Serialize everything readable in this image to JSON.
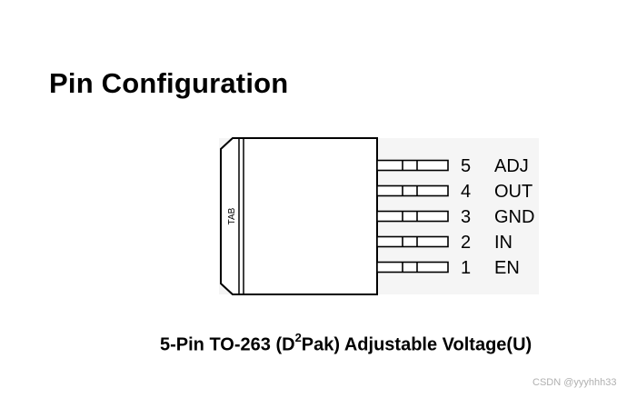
{
  "title": "Pin Configuration",
  "package": {
    "tab_label": "TAB",
    "pins": [
      {
        "number": "5",
        "name": "ADJ"
      },
      {
        "number": "4",
        "name": "OUT"
      },
      {
        "number": "3",
        "name": "GND"
      },
      {
        "number": "2",
        "name": "IN"
      },
      {
        "number": "1",
        "name": "EN"
      }
    ]
  },
  "caption": {
    "prefix": "5-Pin TO-263 (D",
    "superscript": "2",
    "suffix": "Pak) Adjustable Voltage(U)"
  },
  "watermark": "CSDN @yyyhhh33"
}
